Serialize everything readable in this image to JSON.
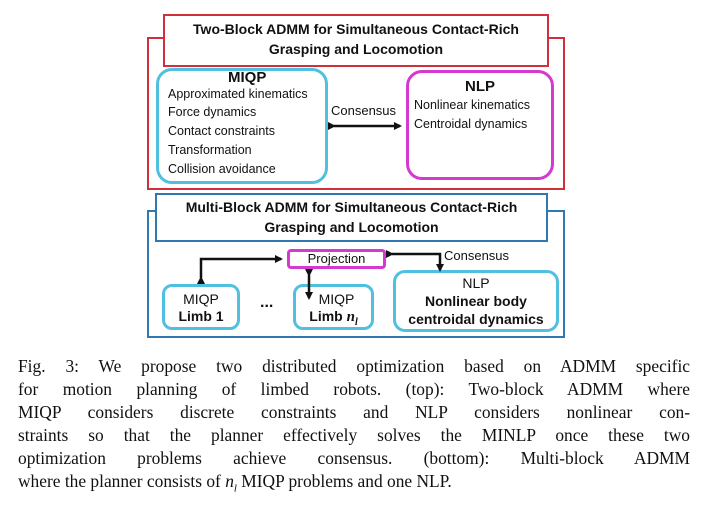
{
  "top": {
    "title_line1": "Two-Block ADMM for Simultaneous Contact-Rich",
    "title_line2": "Grasping and Locomotion",
    "miqp": {
      "heading": "MIQP",
      "items": [
        "Approximated kinematics",
        "Force dynamics",
        "Contact constraints",
        "Transformation",
        "Collision avoidance"
      ]
    },
    "consensus_label": "Consensus",
    "nlp": {
      "heading": "NLP",
      "items": [
        "Nonlinear kinematics",
        "Centroidal dynamics"
      ]
    }
  },
  "bottom": {
    "title_line1": "Multi-Block ADMM for Simultaneous Contact-Rich",
    "title_line2": "Grasping and Locomotion",
    "projection_label": "Projection",
    "consensus_label": "Consensus",
    "limb1": {
      "line1": "MIQP",
      "line2": "Limb 1"
    },
    "ellipsis": "...",
    "limbn": {
      "line1": "MIQP",
      "line2": "Limb ",
      "subscript_var": "n",
      "subscript": "l"
    },
    "nlp": {
      "line1": "NLP",
      "line2": "Nonlinear body",
      "line3": "centroidal dynamics"
    }
  },
  "caption": {
    "lines": [
      "Fig. 3: We propose two distributed optimization based on ADMM specific",
      "for motion planning of limbed robots. (top): Two-block ADMM where",
      "MIQP considers discrete constraints and NLP considers nonlinear con-",
      "straints so that the planner effectively solves the MINLP once these two",
      "optimization problems achieve consensus. (bottom): Multi-block ADMM"
    ],
    "last_line_before": "where the planner consists of ",
    "last_line_var": "n",
    "last_line_sub": "l",
    "last_line_after": " MIQP problems and one NLP."
  }
}
